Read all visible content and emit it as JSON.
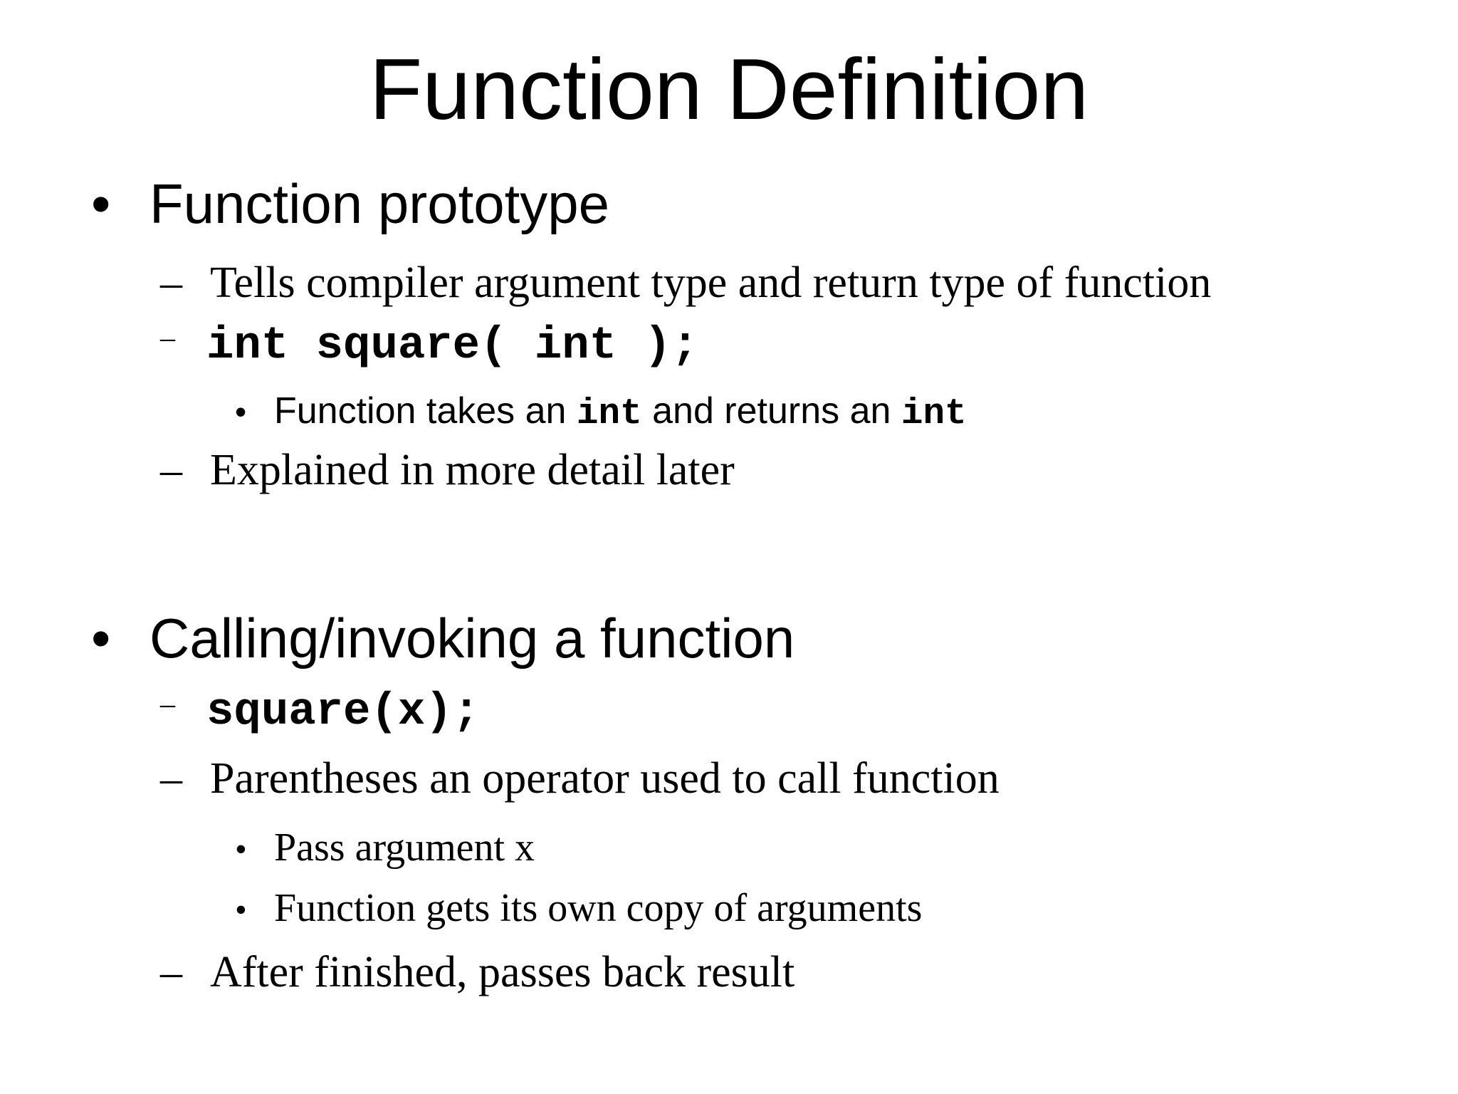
{
  "slide": {
    "title": "Function Definition"
  },
  "markers": {
    "bullet": "•",
    "dash": "–"
  },
  "section1": {
    "heading": "Function prototype",
    "line_tells": "Tells compiler argument type and return type of function",
    "code_prototype": "int square( int );",
    "sub_takes": {
      "seg1": "Function takes an ",
      "code1": "int",
      "seg2": " and returns an ",
      "code2": "int"
    },
    "line_explained": "Explained in more detail later"
  },
  "section2": {
    "heading": "Calling/invoking a function",
    "code_call": "square(x);",
    "line_parentheses": "Parentheses an operator used to call function",
    "sub_pass": "Pass argument x",
    "sub_copy": "Function gets its own copy of arguments",
    "line_after": "After finished, passes back result"
  }
}
